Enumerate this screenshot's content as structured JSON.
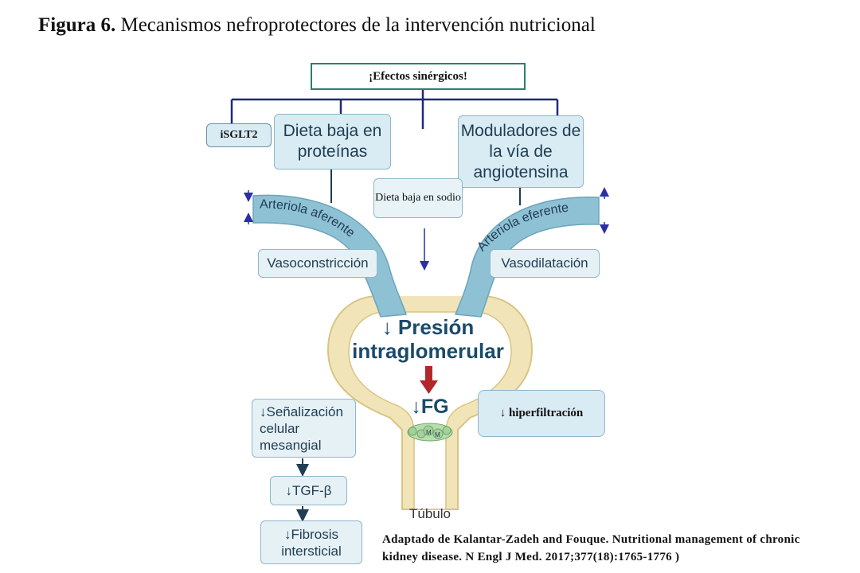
{
  "figure": {
    "label": "Figura 6.",
    "title": "Mecanismos nefroprotectores de la intervención nutricional"
  },
  "boxes": {
    "synergy": "¡Efectos sinérgicos!",
    "isglt2": "iSGLT2",
    "protein_diet": "Dieta baja en proteínas",
    "angiotensin": "Moduladores de la vía de angiotensina",
    "sodium_diet": "Dieta baja en sodio",
    "vasoconstriction": "Vasoconstricción",
    "vasodilation": "Vasodilatación",
    "hyperfiltration": "↓ hiperfiltración",
    "mesangial": "↓Señalización celular mesangial",
    "tgf": "↓TGF-β",
    "fibrosis": "↓Fibrosis intersticial"
  },
  "labels": {
    "afferent": "Arteriola aferente",
    "efferent": "Arteriola eferente",
    "pressure": "↓ Presión intraglomerular",
    "fg": "↓FG",
    "tubule": "Túbulo",
    "mesangial_cell": "M"
  },
  "citation": "Adaptado de Kalantar-Zadeh and Fouque. Nutritional management of chronic kidney disease. N Engl J Med. 2017;377(18):1765-1776 )",
  "colors": {
    "bracket": "#1f2a7a",
    "vessel": "#8fc1d4",
    "capsule": "#f1e4b8",
    "capsule_border": "#d9c483",
    "red_arrow": "#b2272a",
    "small_arrows": "#2a2fa8"
  }
}
